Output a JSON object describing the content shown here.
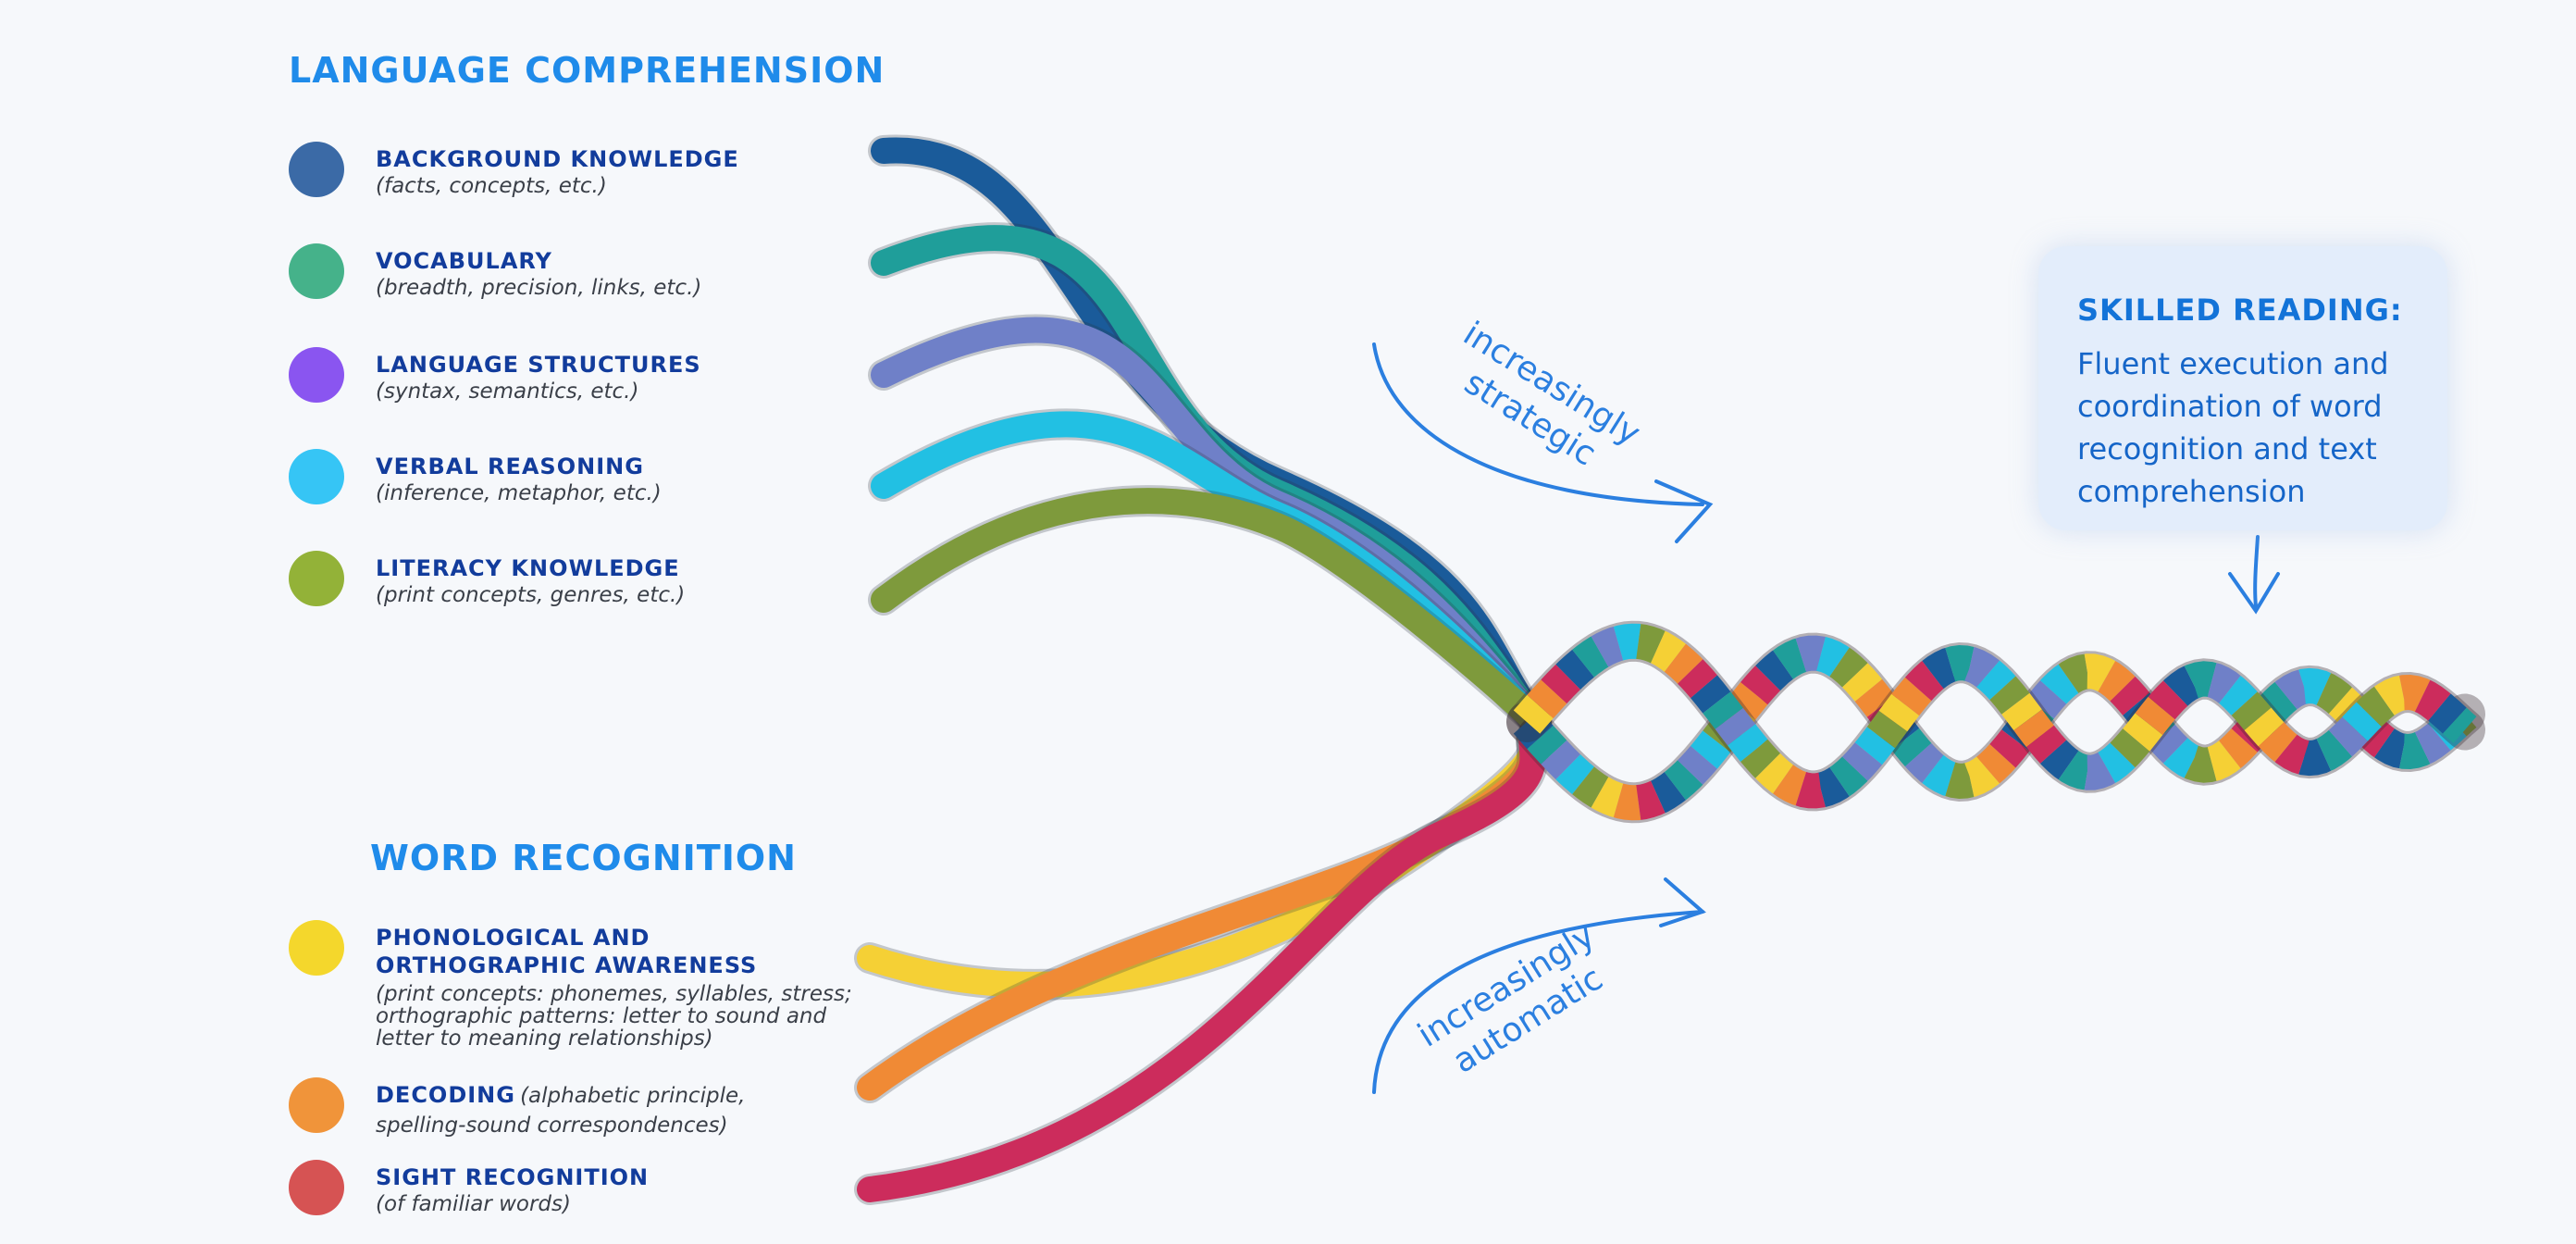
{
  "language_comprehension": {
    "title": "LANGUAGE COMPREHENSION",
    "items": [
      {
        "label": "BACKGROUND KNOWLEDGE",
        "detail": "(facts, concepts, etc.)",
        "color": "#3b6aa6"
      },
      {
        "label": "VOCABULARY",
        "detail": "(breadth, precision, links, etc.)",
        "color": "#45b28a"
      },
      {
        "label": "LANGUAGE STRUCTURES",
        "detail": "(syntax, semantics, etc.)",
        "color": "#8a55f0"
      },
      {
        "label": "VERBAL REASONING",
        "detail": "(inference, metaphor, etc.)",
        "color": "#36c5f5"
      },
      {
        "label": "LITERACY KNOWLEDGE",
        "detail": "(print concepts, genres, etc.)",
        "color": "#93b238"
      }
    ]
  },
  "word_recognition": {
    "title": "WORD RECOGNITION",
    "items": [
      {
        "label": "PHONOLOGICAL AND ORTHOGRAPHIC AWARENESS",
        "detail": "(print concepts: phonemes, syllables, stress; orthographic patterns: letter to sound and letter to meaning relationships)",
        "color": "#f4d72c"
      },
      {
        "label": "DECODING",
        "detail": "(alphabetic principle, spelling-sound correspondences)",
        "color": "#f0943a"
      },
      {
        "label": "SIGHT RECOGNITION",
        "detail": "(of familiar words)",
        "color": "#d65353"
      }
    ]
  },
  "strand_colors": {
    "upper": [
      "#1a5b9a",
      "#1f9e9a",
      "#6f80c8",
      "#22c0e3",
      "#7e9a3c"
    ],
    "lower": [
      "#f5d035",
      "#f08a35",
      "#cc2c5c"
    ]
  },
  "skilled_reading": {
    "title": "SKILLED READING:",
    "text": "Fluent execution and coordination of word recognition and text comprehension"
  },
  "annotations": {
    "strategic": "increasingly strategic",
    "automatic": "increasingly automatic"
  },
  "accent_color": "#2b7fe0"
}
